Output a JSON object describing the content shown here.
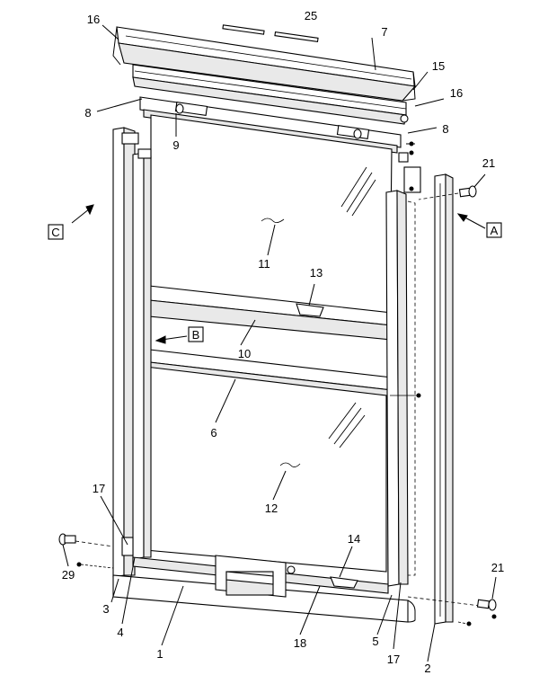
{
  "callouts": {
    "c1": "1",
    "c2": "2",
    "c3": "3",
    "c4": "4",
    "c5": "5",
    "c6": "6",
    "c7": "7",
    "c8a": "8",
    "c8b": "8",
    "c9": "9",
    "c10": "10",
    "c11": "11",
    "c12": "12",
    "c13": "13",
    "c14": "14",
    "c15": "15",
    "c16a": "16",
    "c16b": "16",
    "c17a": "17",
    "c17b": "17",
    "c18": "18",
    "c21a": "21",
    "c21b": "21",
    "c25": "25",
    "c29": "29"
  },
  "view_boxes": {
    "a": "A",
    "b": "B",
    "c": "C"
  }
}
